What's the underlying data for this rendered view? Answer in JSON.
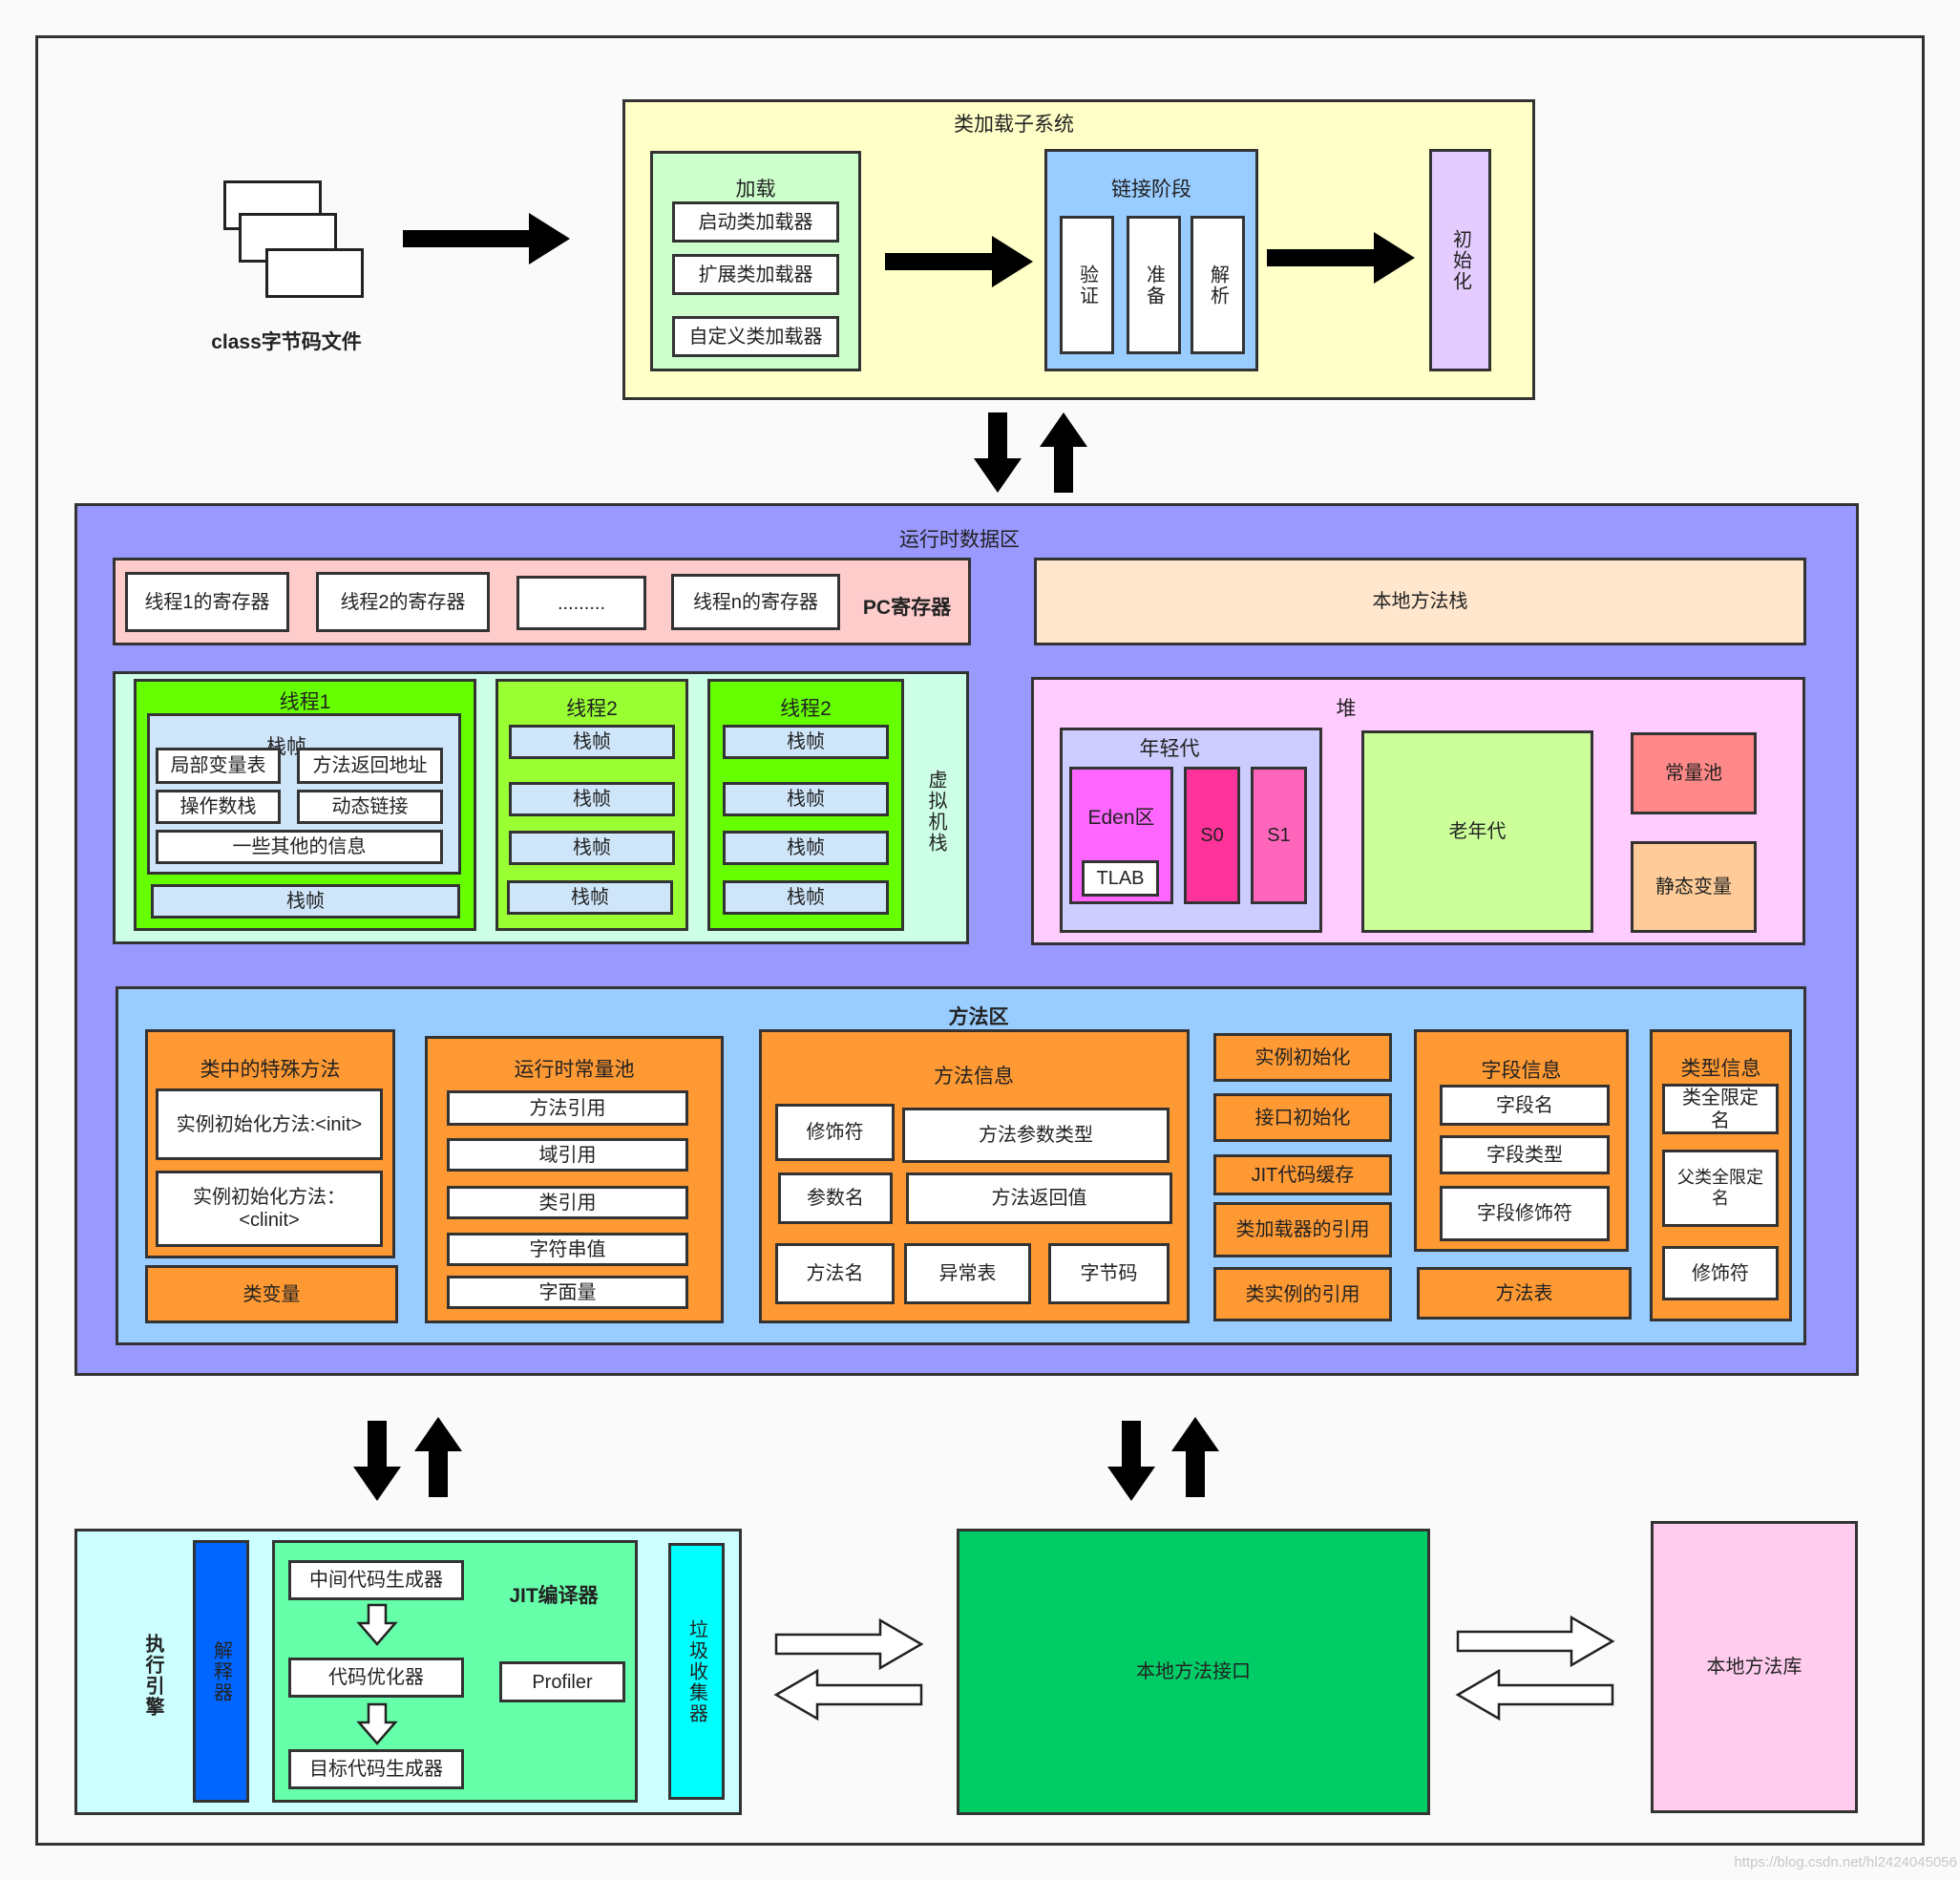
{
  "class_files": {
    "label": "class字节码文件"
  },
  "class_loader": {
    "title": "类加载子系统",
    "loading": {
      "title": "加载",
      "items": [
        "启动类加载器",
        "扩展类加载器",
        "自定义类加载器"
      ]
    },
    "linking": {
      "title": "链接阶段",
      "items": [
        "验证",
        "准备",
        "解析"
      ]
    },
    "init": "初始化"
  },
  "runtime": {
    "title": "运行时数据区",
    "pc": {
      "label": "PC寄存器",
      "items": [
        "线程1的寄存器",
        "线程2的寄存器",
        ".........",
        "线程n的寄存器"
      ]
    },
    "native_stack": "本地方法栈",
    "vm_stack": {
      "label": "虚拟机栈",
      "thread1": {
        "title": "线程1",
        "frame_title": "栈帧",
        "frame_items": [
          "局部变量表",
          "方法返回地址",
          "操作数栈",
          "动态链接",
          "一些其他的信息"
        ],
        "extra_frame": "栈帧"
      },
      "thread2": {
        "title": "线程2",
        "frames": [
          "栈帧",
          "栈帧",
          "栈帧",
          "栈帧"
        ]
      },
      "thread3": {
        "title": "线程2",
        "frames": [
          "栈帧",
          "栈帧",
          "栈帧",
          "栈帧"
        ]
      }
    },
    "heap": {
      "title": "堆",
      "young": {
        "title": "年轻代",
        "eden": "Eden区",
        "tlab": "TLAB",
        "s0": "S0",
        "s1": "S1"
      },
      "old": "老年代",
      "const_pool": "常量池",
      "static_vars": "静态变量"
    },
    "method_area": {
      "title": "方法区",
      "special": {
        "title": "类中的特殊方法",
        "items": [
          "实例初始化方法:<init>",
          "实例初始化方法：<clinit>"
        ]
      },
      "class_vars": "类变量",
      "rt_const_pool": {
        "title": "运行时常量池",
        "items": [
          "方法引用",
          "域引用",
          "类引用",
          "字符串值",
          "字面量"
        ]
      },
      "method_info": {
        "title": "方法信息",
        "items": [
          "修饰符",
          "方法参数类型",
          "参数名",
          "方法返回值",
          "方法名",
          "异常表",
          "字节码"
        ]
      },
      "mid_items": [
        "实例初始化",
        "接口初始化",
        "JIT代码缓存",
        "类加载器的引用",
        "类实例的引用"
      ],
      "field_info": {
        "title": "字段信息",
        "items": [
          "字段名",
          "字段类型",
          "字段修饰符"
        ]
      },
      "method_table": "方法表",
      "type_info": {
        "title": "类型信息",
        "items": [
          "类全限定名",
          "父类全限定名",
          "修饰符"
        ]
      }
    }
  },
  "exec_engine": {
    "title": "执行引擎",
    "interpreter": "解释器",
    "jit": {
      "title": "JIT编译器",
      "items": [
        "中间代码生成器",
        "代码优化器",
        "目标代码生成器"
      ],
      "profiler": "Profiler"
    },
    "gc": "垃圾收集器"
  },
  "native_interface": "本地方法接口",
  "native_library": "本地方法库",
  "watermark": "https://blog.csdn.net/hl2424045056",
  "colors": {
    "loader_bg": "#ffffc8",
    "loading_bg": "#ccffcc",
    "linking_bg": "#99ccff",
    "init_bg": "#e5ccff",
    "runtime_bg": "#9999ff",
    "pc_bg": "#ffcccc",
    "native_stack_bg": "#ffe6cc",
    "vm_stack_bg": "#ccffe6",
    "thread_bg": "#66ff00",
    "heap_bg": "#ffccff",
    "method_area_bg": "#99ccff",
    "orange": "#ff9933",
    "exec_bg": "#ccffff",
    "interpreter_bg": "#0066ff",
    "jit_bg": "#66ffaa",
    "gc_bg": "#00ffff",
    "native_interface_bg": "#00cc66",
    "native_library_bg": "#ffccee"
  }
}
